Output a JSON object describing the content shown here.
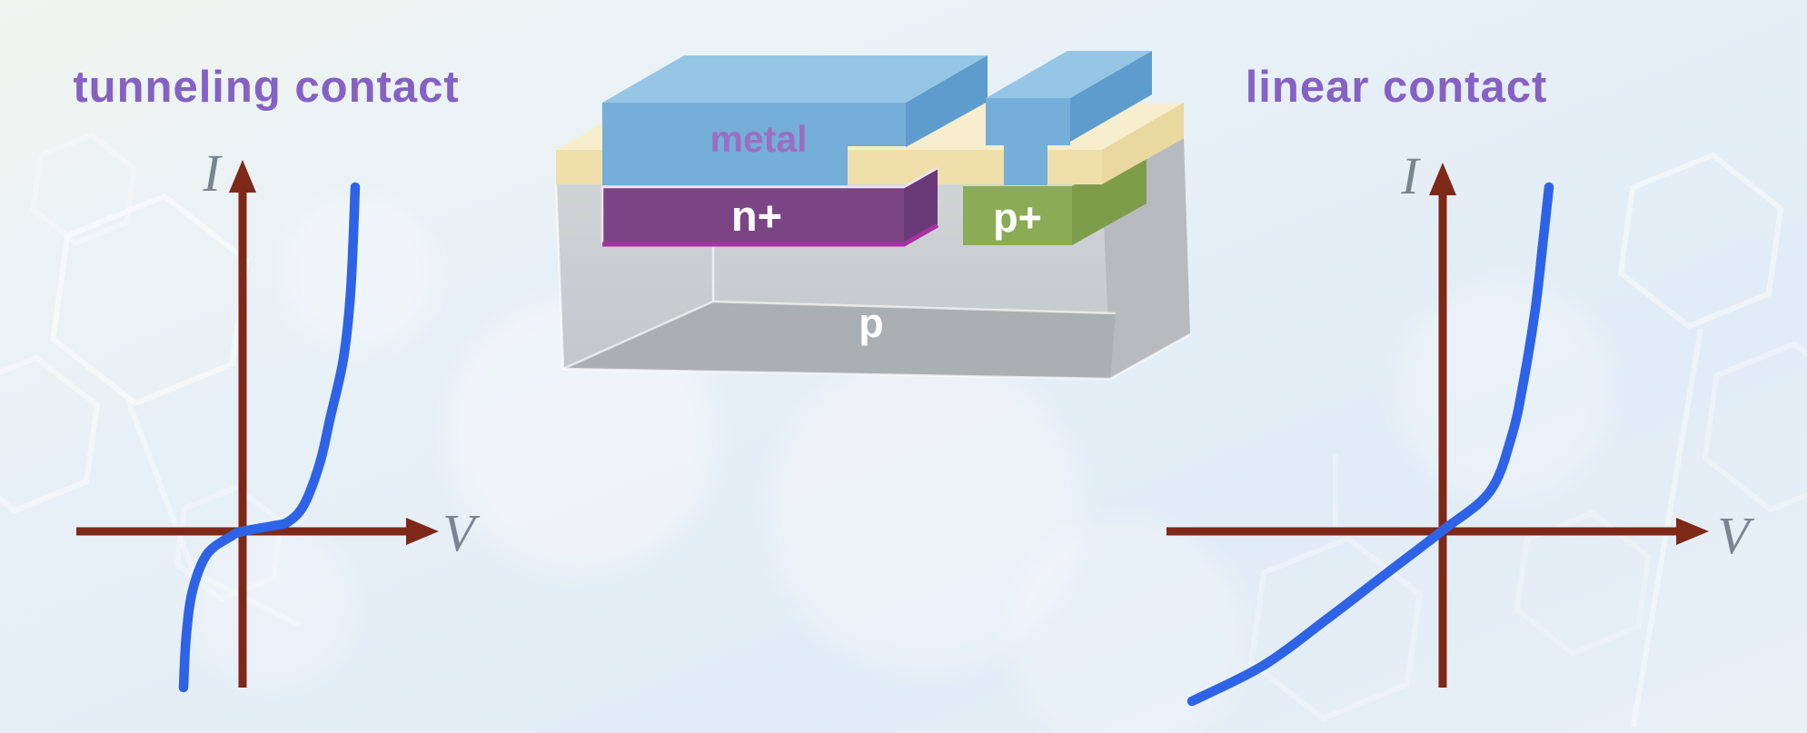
{
  "titles": {
    "left": "tunneling contact",
    "right": "linear contact"
  },
  "plots": {
    "left": {
      "y_axis_label": "I",
      "x_axis_label": "V"
    },
    "right": {
      "y_axis_label": "I",
      "x_axis_label": "V"
    }
  },
  "device": {
    "metal_label": "metal",
    "n_plus_label": "n+",
    "p_plus_label": "p+",
    "substrate_label": "p"
  },
  "colors": {
    "title_purple": "#8561c5",
    "axis_brown": "#7e2817",
    "axis_label_gray": "#7b8591",
    "curve_blue": "#2e63e7",
    "metal_front": "#74aed9",
    "metal_top": "#96c6e6",
    "metal_side": "#5e9ccd",
    "oxide_front": "#efe0ab",
    "oxide_top": "#f6eecd",
    "oxide_side": "#e9d89f",
    "n_plus_front": "#7b4585",
    "n_plus_side": "#693a77",
    "n_plus_bottom_line": "#a832a5",
    "p_plus_front": "#8bab56",
    "p_plus_side": "#7d9d4b",
    "substrate_front": "#c9ced2",
    "substrate_bottom": "#a9aeb3",
    "substrate_side": "#b7bbc0",
    "background": "#e7eff6"
  },
  "chart_data": [
    {
      "type": "line",
      "name": "tunneling contact I-V curve",
      "title": "tunneling contact",
      "xlabel": "V",
      "ylabel": "I",
      "color": "#2e63e7",
      "grid": false,
      "legend": "none",
      "xlim": [
        -2,
        3
      ],
      "ylim": [
        -2.2,
        4.2
      ],
      "x": [
        -0.65,
        -0.62,
        -0.55,
        -0.39,
        -0.12,
        0,
        0.33,
        0.51,
        0.68,
        0.85,
        0.96,
        1.11,
        1.19,
        1.24
      ],
      "y": [
        -1.72,
        -1.15,
        -0.65,
        -0.25,
        -0.05,
        0,
        0.06,
        0.11,
        0.3,
        0.75,
        1.23,
        1.9,
        2.65,
        3.79
      ]
    },
    {
      "type": "line",
      "name": "linear contact I-V curve",
      "title": "linear contact",
      "xlabel": "V",
      "ylabel": "I",
      "color": "#2e63e7",
      "grid": false,
      "legend": "none",
      "xlim": [
        -3.2,
        3
      ],
      "ylim": [
        -2.2,
        4.2
      ],
      "x": [
        -2.76,
        -1.98,
        -1.28,
        -0.68,
        0,
        0.52,
        0.76,
        0.89,
        1.02,
        1.1,
        1.17
      ],
      "y": [
        -1.87,
        -1.48,
        -0.97,
        -0.51,
        0.01,
        0.44,
        1.05,
        1.65,
        2.45,
        3.15,
        3.79
      ]
    }
  ]
}
